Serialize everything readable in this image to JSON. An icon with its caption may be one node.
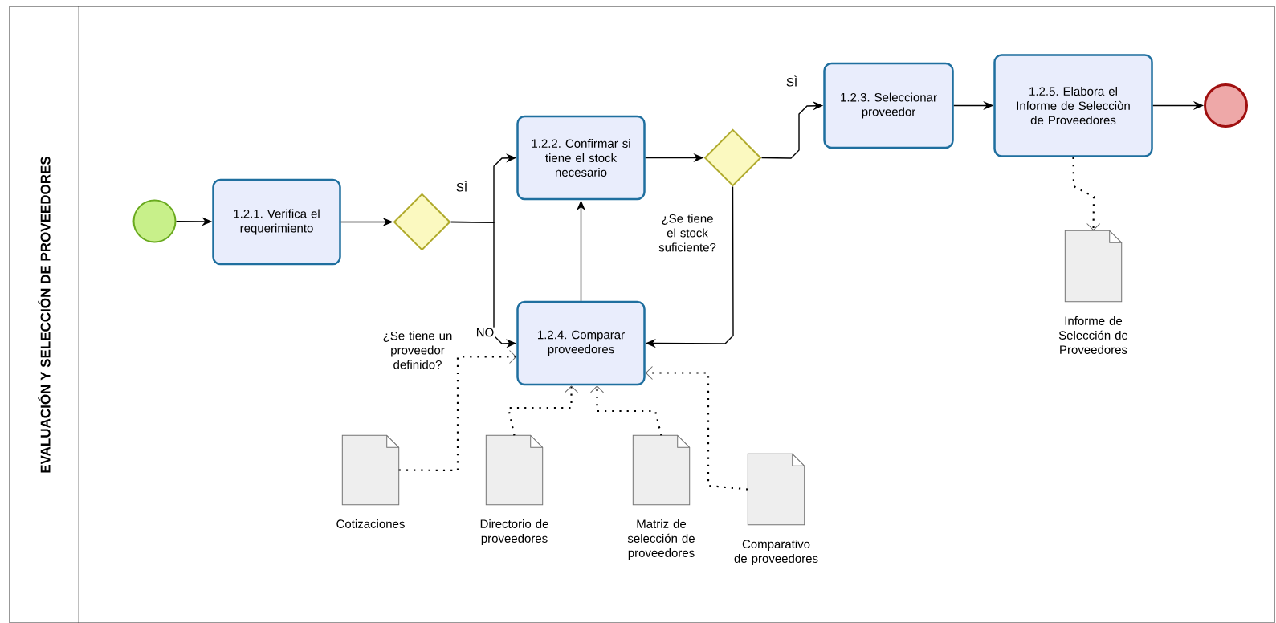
{
  "diagram": {
    "nodes": [
      {
        "text": [
          "EVALUACIÓN Y SELECCIÓN DE PROVEEDORES"
        ]
      },
      {
        "text": [],
        "shape": "circle",
        "in": 0
      },
      {
        "text": [
          "1.2.1. Verifica el requerimiento"
        ],
        "in": 0
      },
      {
        "text": [],
        "shape": "diamond",
        "in": 0
      },
      {
        "text": [
          "1.2.2. Confirmar si tiene el stock necesario"
        ],
        "in": 0
      },
      {
        "text": [],
        "shape": "diamond",
        "in": 0,
        "beside": [
          "¿Se tiene el stock suficiente?"
        ]
      },
      {
        "text": [
          "1.2.3. Seleccionar proveedor"
        ],
        "in": 0
      },
      {
        "text": [
          "1.2.5. Elabora el Informe de Selecciòn de Proveedores"
        ],
        "in": 0
      },
      {
        "text": [],
        "shape": "circle",
        "in": 0
      },
      {
        "text": [
          "1.2.4. Comparar proveedores"
        ],
        "in": 0
      },
      {
        "text": [
          "Cotizaciones"
        ],
        "in": 0
      },
      {
        "text": [
          "Directorio de proveedores"
        ],
        "in": 0
      },
      {
        "text": [
          "Matriz de selección de proveedores"
        ],
        "in": 0
      },
      {
        "text": [
          "Comparativo de proveedores"
        ],
        "in": 0
      },
      {
        "text": [
          "Informe de Selección de Proveedores"
        ],
        "in": 0
      }
    ],
    "edges": [
      {
        "from": 1,
        "to": 2,
        "arrow": "to"
      },
      {
        "from": 2,
        "to": 3,
        "arrow": "to"
      },
      {
        "from": 3,
        "to": 4,
        "arrow": "to",
        "label": "SÌ"
      },
      {
        "from": 3,
        "to": 9,
        "arrow": "to",
        "label": "NO"
      },
      {
        "from": 4,
        "to": 5,
        "arrow": "to"
      },
      {
        "from": 5,
        "to": 6,
        "arrow": "to",
        "label": "SÌ"
      },
      {
        "from": 6,
        "to": 7,
        "arrow": "to"
      },
      {
        "from": 7,
        "to": 8,
        "arrow": "to"
      },
      {
        "from": 5,
        "to": 9,
        "arrow": "to"
      },
      {
        "from": 9,
        "to": 4,
        "arrow": "to"
      },
      {
        "from": 10,
        "to": 9,
        "arrow": "to",
        "style": "dashed"
      },
      {
        "from": 11,
        "to": 9,
        "arrow": "to",
        "style": "dashed"
      },
      {
        "from": 12,
        "to": 9,
        "arrow": "to",
        "style": "dashed"
      },
      {
        "from": 13,
        "to": 9,
        "arrow": "to",
        "style": "dashed"
      },
      {
        "from": 7,
        "to": 14,
        "arrow": "to",
        "style": "dashed"
      }
    ],
    "labels": [
      "¿Se tiene un proveedor definido?"
    ]
  }
}
